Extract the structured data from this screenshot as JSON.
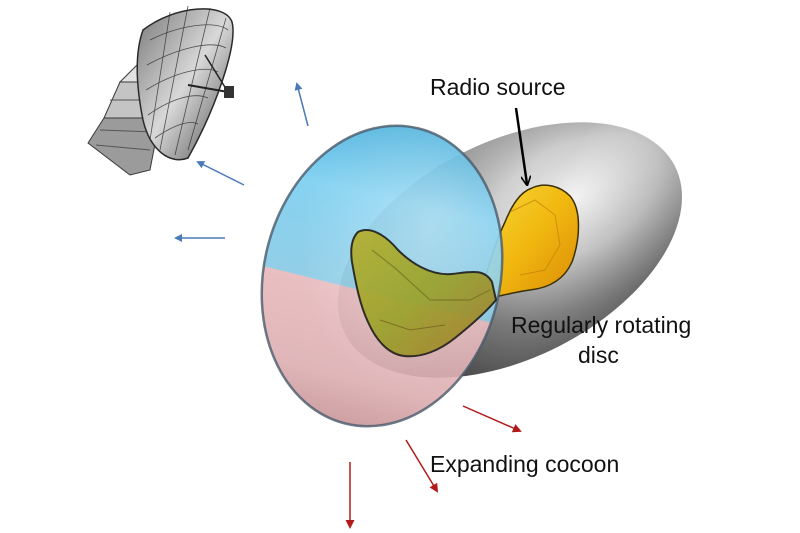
{
  "labels": {
    "radio_source": "Radio source",
    "disc_line1": "Regularly rotating",
    "disc_line2": "disc",
    "cocoon": "Expanding cocoon"
  },
  "colors": {
    "disc_gray": "#8a8a8a",
    "cocoon_blue": "#5fc2ea",
    "cocoon_pink": "#e2b3b6",
    "radio_source_yellow": "#f2c010",
    "outflow_arrow_blue": "#4a7ab8",
    "expansion_arrow_red": "#b21a1a"
  },
  "icons": [
    "radio-telescope-dish-icon"
  ]
}
